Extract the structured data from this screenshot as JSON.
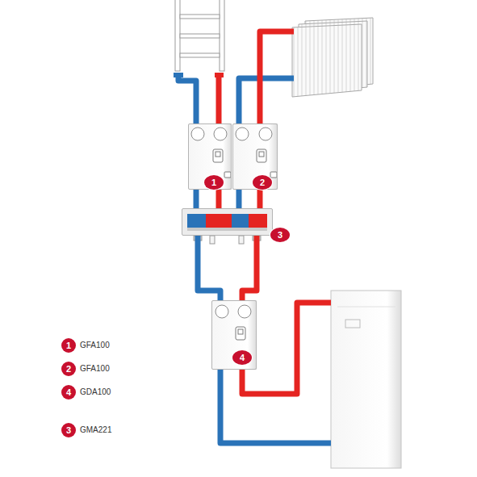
{
  "diagram": {
    "nodes": [
      {
        "text": [
          "1"
        ]
      },
      {
        "text": [
          "2"
        ]
      },
      {
        "text": [
          "3"
        ]
      },
      {
        "text": [
          "4"
        ]
      }
    ],
    "edges": [
      {
        "from": 0,
        "to": 2,
        "arrow": "none"
      },
      {
        "from": 0,
        "to": 2,
        "arrow": "none"
      },
      {
        "from": 1,
        "to": 2,
        "arrow": "none"
      },
      {
        "from": 1,
        "to": 2,
        "arrow": "none"
      },
      {
        "from": 2,
        "to": 3,
        "arrow": "none"
      },
      {
        "from": 2,
        "to": 3,
        "arrow": "none"
      }
    ],
    "labels": [
      "1",
      "2",
      "4",
      "3"
    ],
    "legend": [
      {
        "text": "GFA100"
      },
      {
        "text": "GFA100"
      },
      {
        "text": "GDA100"
      },
      {
        "text": "GMA221"
      }
    ]
  }
}
